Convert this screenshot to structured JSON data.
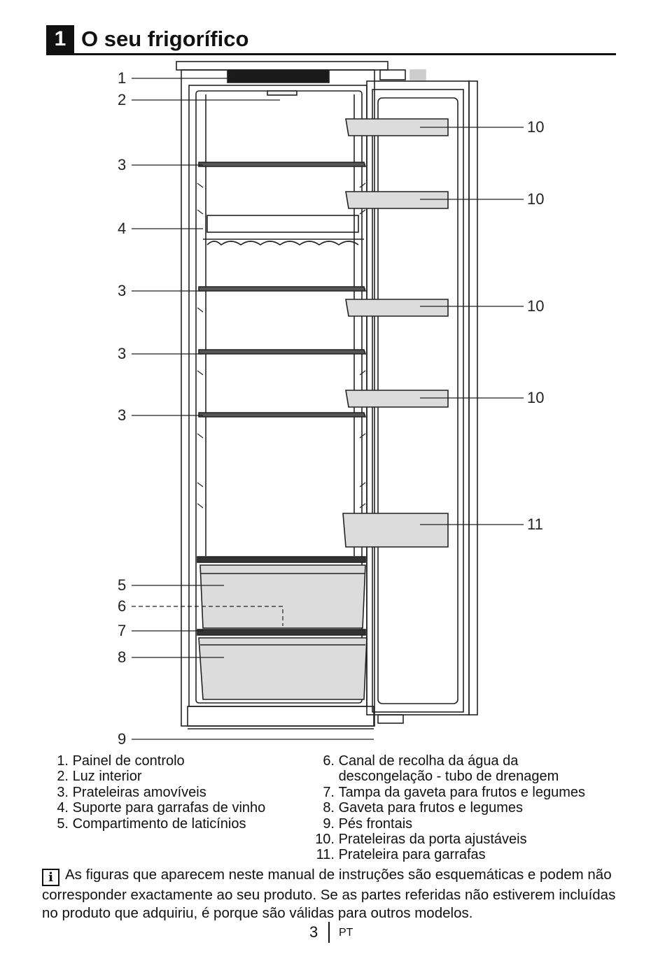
{
  "section": {
    "number": "1",
    "title": "O seu frigorífico"
  },
  "callouts": {
    "c1": "1",
    "c2": "2",
    "c3a": "3",
    "c4": "4",
    "c3b": "3",
    "c3c": "3",
    "c3d": "3",
    "c5": "5",
    "c6": "6",
    "c7": "7",
    "c8": "8",
    "c9": "9",
    "c10a": "10",
    "c10b": "10",
    "c10c": "10",
    "c10d": "10",
    "c11": "11"
  },
  "legend_left": [
    {
      "num": "1.",
      "text": "Painel de controlo"
    },
    {
      "num": "2.",
      "text": "Luz interior"
    },
    {
      "num": "3.",
      "text": "Prateleiras amovíveis"
    },
    {
      "num": "4.",
      "text": "Suporte para garrafas de vinho"
    },
    {
      "num": "5.",
      "text": "Compartimento de laticínios"
    }
  ],
  "legend_right": [
    {
      "num": "6.",
      "text": "Canal de recolha da água da"
    },
    {
      "num": "",
      "text": "descongelação - tubo de drenagem"
    },
    {
      "num": "7.",
      "text": "Tampa da gaveta para frutos e legumes"
    },
    {
      "num": "8.",
      "text": "Gaveta para frutos e legumes"
    },
    {
      "num": "9.",
      "text": "Pés frontais"
    },
    {
      "num": "10.",
      "text": "Prateleiras da porta ajustáveis"
    },
    {
      "num": "11.",
      "text": "Prateleira para garrafas"
    }
  ],
  "note": {
    "icon": "info-icon",
    "text": "As figuras que aparecem neste manual de instruções são esquemáticas e podem não corresponder exactamente ao seu produto. Se as partes referidas não estiverem incluídas no produto que adquiriu, é porque são válidas para outros modelos."
  },
  "footer": {
    "page": "3",
    "lang": "PT"
  },
  "colors": {
    "line": "#222222",
    "drawer": "#dcdcdc",
    "ink": "#111111"
  }
}
